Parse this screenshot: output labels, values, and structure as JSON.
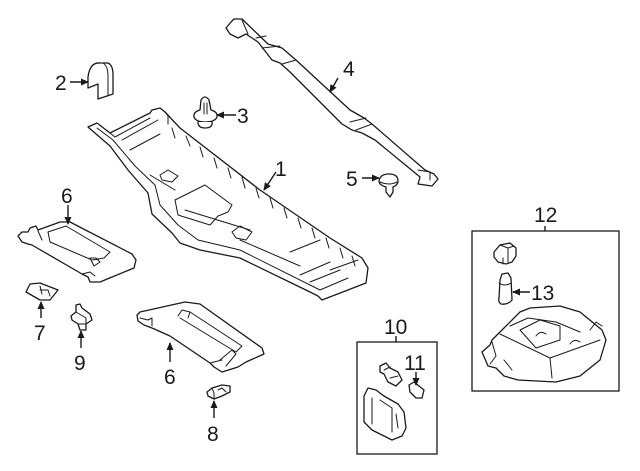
{
  "diagram": {
    "type": "exploded parts diagram",
    "callouts": [
      {
        "id": "1",
        "label": "1",
        "part": "headliner-console-panel"
      },
      {
        "id": "2",
        "label": "2",
        "part": "cap"
      },
      {
        "id": "3",
        "label": "3",
        "part": "push-clip"
      },
      {
        "id": "4",
        "label": "4",
        "part": "trim-strip"
      },
      {
        "id": "5",
        "label": "5",
        "part": "clip"
      },
      {
        "id": "6a",
        "label": "6",
        "part": "sun-visor-left"
      },
      {
        "id": "6b",
        "label": "6",
        "part": "sun-visor-right"
      },
      {
        "id": "7",
        "label": "7",
        "part": "visor-holder"
      },
      {
        "id": "8",
        "label": "8",
        "part": "visor-holder"
      },
      {
        "id": "9",
        "label": "9",
        "part": "visor-clip"
      },
      {
        "id": "10",
        "label": "10",
        "part": "lamp-assembly-group"
      },
      {
        "id": "11",
        "label": "11",
        "part": "bulb"
      },
      {
        "id": "12",
        "label": "12",
        "part": "overhead-console-group"
      },
      {
        "id": "13",
        "label": "13",
        "part": "bulb"
      }
    ]
  }
}
